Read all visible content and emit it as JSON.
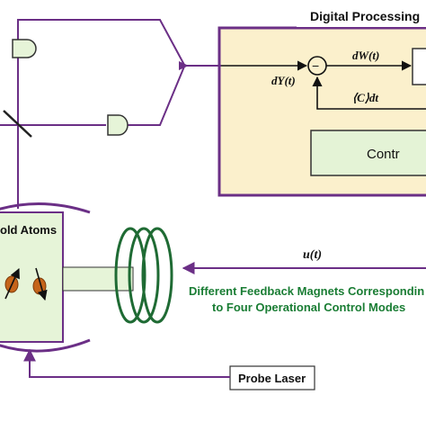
{
  "digital": {
    "title": "Digital Processing",
    "dW": "dW(t)",
    "dY": "dY(t)",
    "estimate": "⟨C⟩dt",
    "minus": "−",
    "control": "Contr"
  },
  "atoms": {
    "title": "old Atoms"
  },
  "control_signal": "u(t)",
  "magnets": {
    "line1": "Different Feedback Magnets Correspondin",
    "line2": "to Four Operational Control Modes"
  },
  "probe": {
    "label": "Probe Laser"
  },
  "colors": {
    "wire": "#6b2f86",
    "box_fill": "#fbf0cc",
    "control_fill": "#e4f3d6",
    "atoms_fill": "#e6f4d8",
    "magnet_text": "#1a7d34",
    "atom_ball": "#c5641a"
  }
}
